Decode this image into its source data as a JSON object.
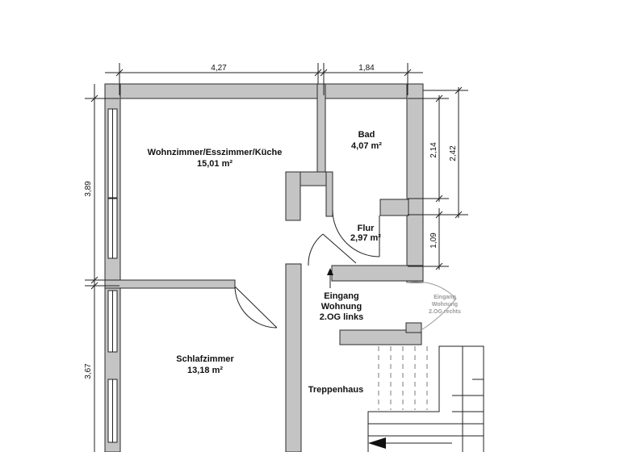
{
  "rooms": {
    "living": {
      "name": "Wohnzimmer/Esszimmer/Küche",
      "area": "15,01 m²"
    },
    "bath": {
      "name": "Bad",
      "area": "4,07 m²"
    },
    "hall": {
      "name": "Flur",
      "area": "2,97 m²"
    },
    "bedroom": {
      "name": "Schlafzimmer",
      "area": "13,18 m²"
    },
    "stairwell": {
      "name": "Treppenhaus"
    }
  },
  "entrance_left": {
    "line1": "Eingang",
    "line2": "Wohnung",
    "line3": "2.OG links"
  },
  "entrance_right": {
    "line1": "Eingang",
    "line2": "Wohnung",
    "line3": "2.OG rechts"
  },
  "dimensions": {
    "top_left": "4,27",
    "top_right": "1,84",
    "left_upper": "3,89",
    "left_lower": "3,67",
    "right_bath_inner": "2,14",
    "right_bath_outer": "2,42",
    "right_hall": "1,09"
  },
  "colors": {
    "wall_fill": "#c4c4c4",
    "line": "#222222",
    "annotation_grey": "#9a9a9a"
  }
}
